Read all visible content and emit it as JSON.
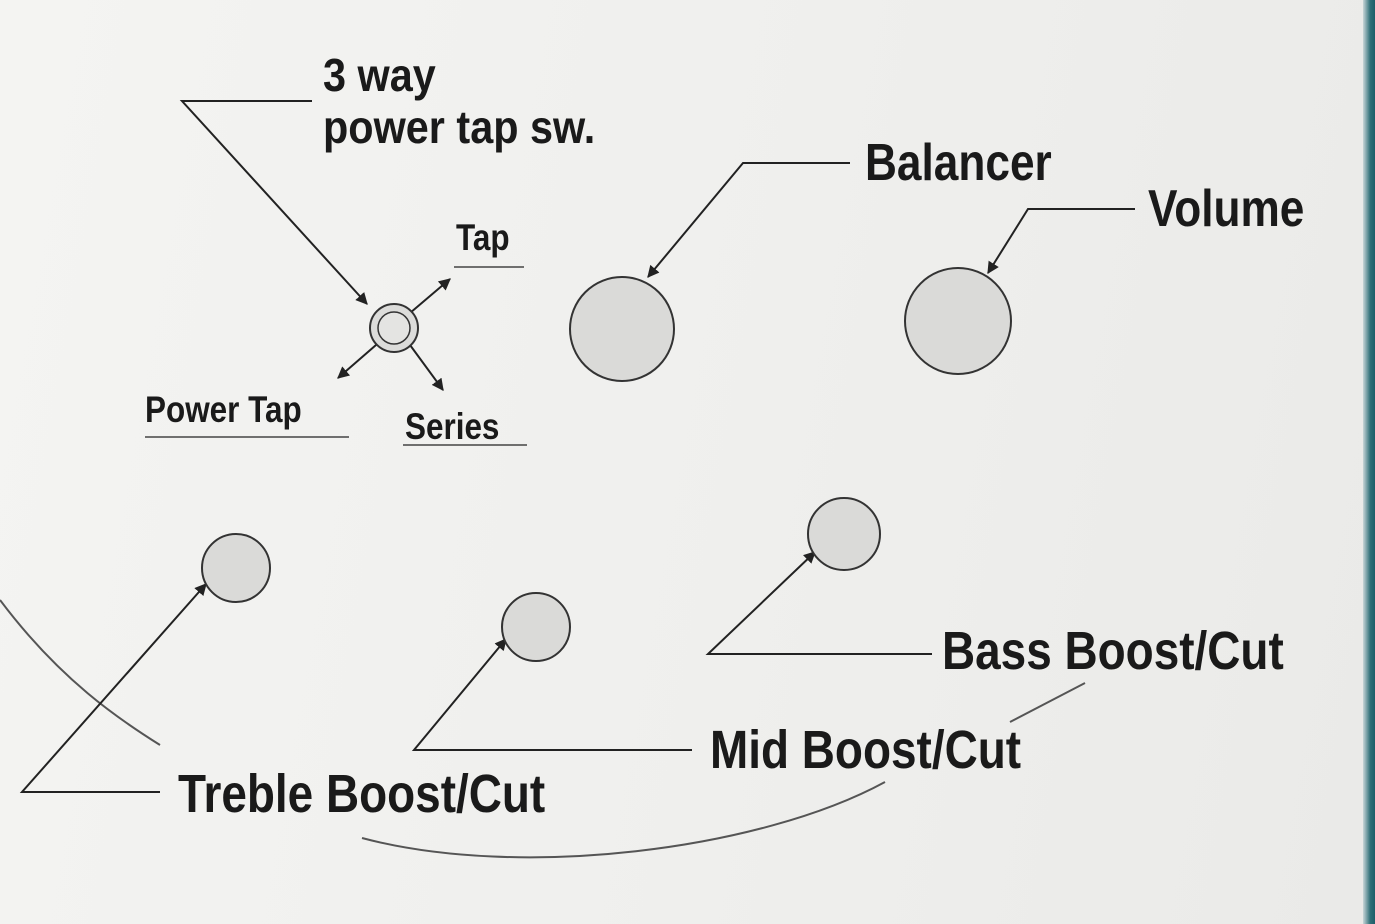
{
  "labels": {
    "switch_line1": "3 way",
    "switch_line2": "power tap sw.",
    "balancer": "Balancer",
    "volume": "Volume",
    "tap": "Tap",
    "power_tap": "Power Tap",
    "series": "Series",
    "bass": "Bass Boost/Cut",
    "mid": "Mid Boost/Cut",
    "treble": "Treble Boost/Cut"
  },
  "colors": {
    "ink": "#1a1a1a",
    "knob_fill": "#d9d9d7",
    "knob_stroke": "#333333",
    "accent_edge": "#2f6f78"
  }
}
